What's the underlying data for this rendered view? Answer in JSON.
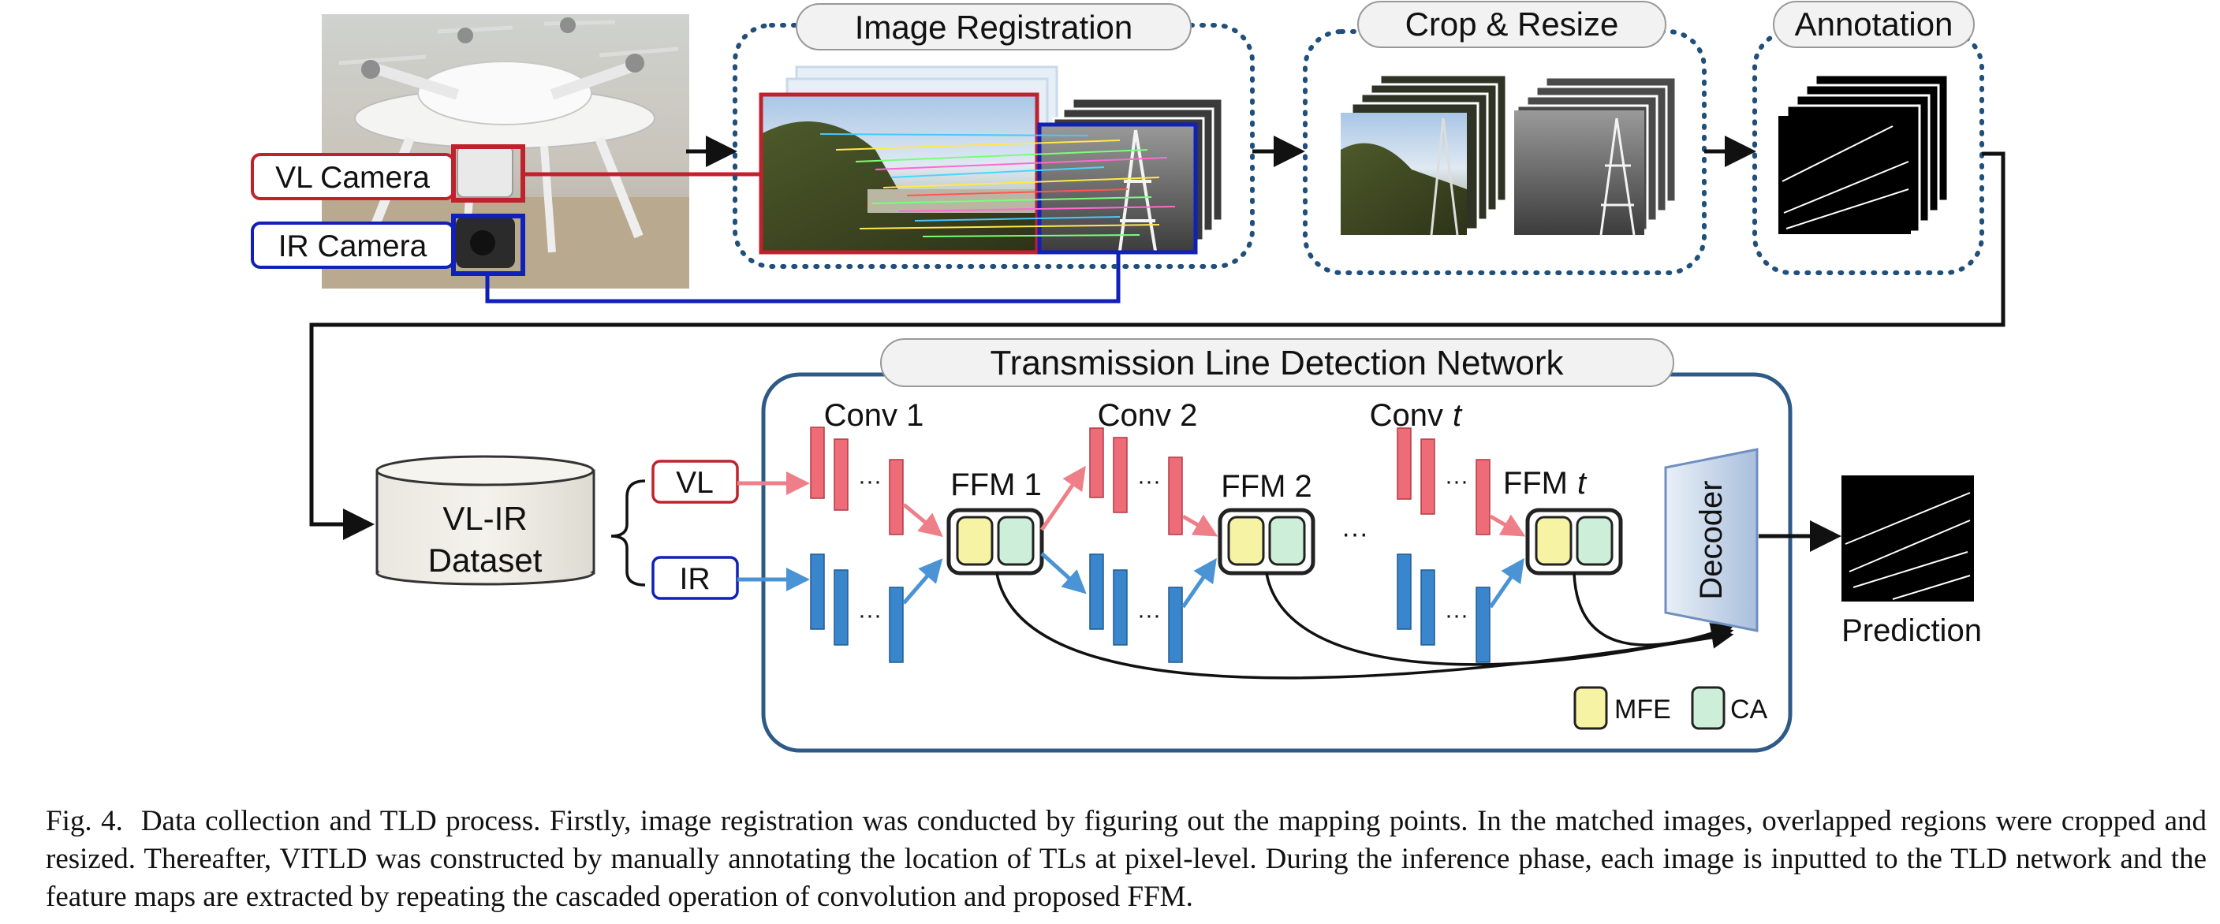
{
  "top_row": {
    "vl_camera_label": "VL Camera",
    "ir_camera_label": "IR Camera",
    "image_registration_title": "Image Registration",
    "crop_resize_title": "Crop & Resize",
    "annotation_title": "Annotation"
  },
  "network": {
    "title": "Transmission Line Detection Network",
    "dataset_label_line1": "VL-IR",
    "dataset_label_line2": "Dataset",
    "vl_input_label": "VL",
    "ir_input_label": "IR",
    "conv_1_label": "Conv 1",
    "conv_2_label": "Conv 2",
    "conv_t_label": "Conv",
    "conv_t_var": "t",
    "ffm_1_label": "FFM 1",
    "ffm_2_label": "FFM 2",
    "ffm_t_label": "FFM",
    "ffm_t_var": "t",
    "ellipsis": "···",
    "decoder_label": "Decoder",
    "legend_mfe": "MFE",
    "legend_ca": "CA",
    "prediction_label": "Prediction"
  },
  "colors": {
    "vl_red": "#e8707a",
    "ir_blue": "#3a86cc",
    "registration_border": "#1f4f7a",
    "network_border": "#2e5a87",
    "mfe_yellow": "#f7f3a4",
    "ca_green": "#cdeed8"
  },
  "caption": {
    "lead": "Fig. 4.",
    "text": "Data collection and TLD process. Firstly, image registration was conducted by figuring out the mapping points. In the matched images, overlapped regions were cropped and resized. Thereafter, VITLD was constructed by manually annotating the location of TLs at pixel-level. During the inference phase, each image is inputted to the TLD network and the feature maps are extracted by repeating the cascaded operation of convolution and proposed FFM."
  }
}
